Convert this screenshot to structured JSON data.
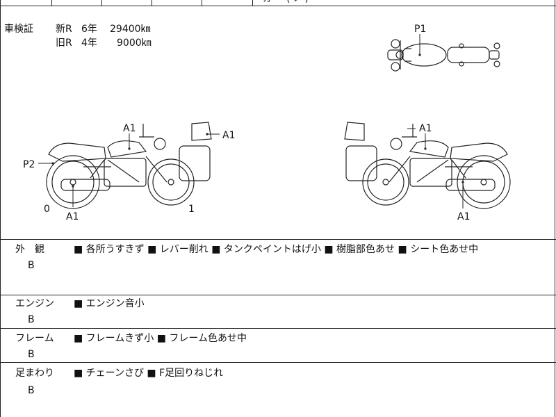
{
  "top_strip": {
    "fragment": "ガ ー ( ノ )"
  },
  "inspection": {
    "label": "車検証",
    "new": {
      "tag": "新R",
      "years": "6年",
      "km": "29400㎞"
    },
    "old": {
      "tag": "旧R",
      "years": "4年",
      "km": "9000㎞"
    }
  },
  "diagram": {
    "top_view_label": "P1",
    "left_labels": {
      "a1_top": "A1",
      "a1_box": "A1",
      "p2": "P2",
      "zero": "0",
      "one": "1",
      "a1_bottom": "A1"
    },
    "right_labels": {
      "a1_top": "A1",
      "a1_bottom": "A1"
    }
  },
  "rows": [
    {
      "label": "外　観",
      "grade": "B",
      "notes": "■ 各所うすきず ■ レバー削れ ■ タンクペイントはげ小 ■ 樹脂部色あせ ■ シート色あせ中"
    },
    {
      "label": "エンジン",
      "grade": "B",
      "notes": "■ エンジン音小"
    },
    {
      "label": "フレーム",
      "grade": "B",
      "notes": "■ フレームきず小 ■ フレーム色あせ中"
    },
    {
      "label": "足まわり",
      "grade": "B",
      "notes": "■ チェーンさび ■ F足回りねじれ"
    }
  ]
}
